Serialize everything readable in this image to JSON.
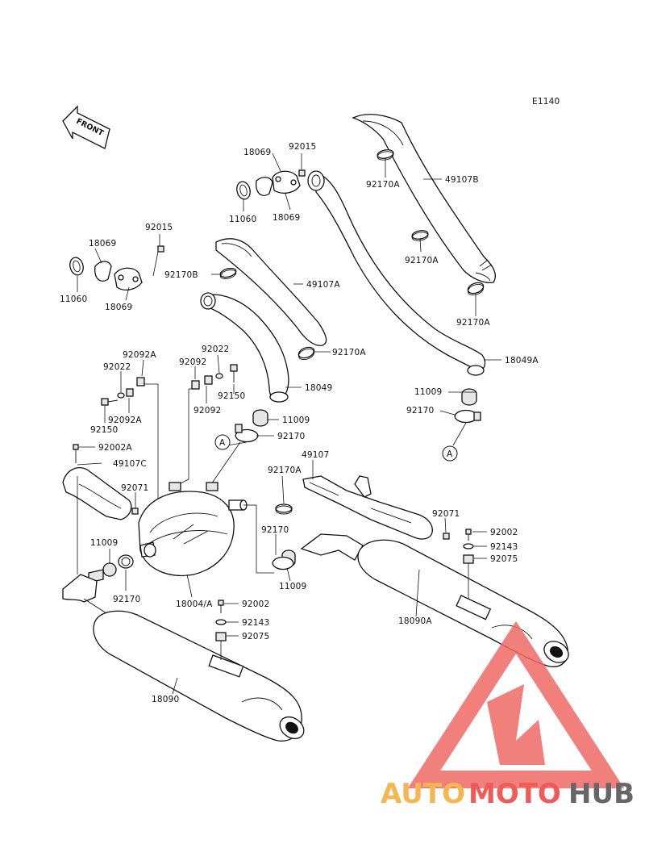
{
  "diagram": {
    "ref_code": "E1140",
    "front_arrow": "FRONT",
    "labels": [
      {
        "id": "l-18069-top",
        "text": "18069"
      },
      {
        "id": "l-92015-top",
        "text": "92015"
      },
      {
        "id": "l-11060-top",
        "text": "11060"
      },
      {
        "id": "l-18069-top2",
        "text": "18069"
      },
      {
        "id": "l-92170A-1",
        "text": "92170A"
      },
      {
        "id": "l-49107B",
        "text": "49107B"
      },
      {
        "id": "l-92170A-2",
        "text": "92170A"
      },
      {
        "id": "l-92170A-3",
        "text": "92170A"
      },
      {
        "id": "l-18049A",
        "text": "18049A"
      },
      {
        "id": "l-11009-r",
        "text": "11009"
      },
      {
        "id": "l-92170-r",
        "text": "92170"
      },
      {
        "id": "l-92015-l",
        "text": "92015"
      },
      {
        "id": "l-18069-l",
        "text": "18069"
      },
      {
        "id": "l-11060-l",
        "text": "11060"
      },
      {
        "id": "l-18069-l2",
        "text": "18069"
      },
      {
        "id": "l-92170B",
        "text": "92170B"
      },
      {
        "id": "l-49107A",
        "text": "49107A"
      },
      {
        "id": "l-92170A-4",
        "text": "92170A"
      },
      {
        "id": "l-18049",
        "text": "18049"
      },
      {
        "id": "l-11009-m",
        "text": "11009"
      },
      {
        "id": "l-92170-m",
        "text": "92170"
      },
      {
        "id": "l-92092A-1",
        "text": "92092A"
      },
      {
        "id": "l-92022-1",
        "text": "92022"
      },
      {
        "id": "l-92092-1",
        "text": "92092"
      },
      {
        "id": "l-92022-2",
        "text": "92022"
      },
      {
        "id": "l-92150-1",
        "text": "92150"
      },
      {
        "id": "l-92092A-2",
        "text": "92092A"
      },
      {
        "id": "l-92150-2",
        "text": "92150"
      },
      {
        "id": "l-92092-2",
        "text": "92092"
      },
      {
        "id": "l-92002A",
        "text": "92002A"
      },
      {
        "id": "l-49107C",
        "text": "49107C"
      },
      {
        "id": "l-92071-l",
        "text": "92071"
      },
      {
        "id": "l-92170A-5",
        "text": "92170A"
      },
      {
        "id": "l-49107",
        "text": "49107"
      },
      {
        "id": "l-92071-r",
        "text": "92071"
      },
      {
        "id": "l-92002-r",
        "text": "92002"
      },
      {
        "id": "l-92143-r",
        "text": "92143"
      },
      {
        "id": "l-92075-r",
        "text": "92075"
      },
      {
        "id": "l-11009-l",
        "text": "11009"
      },
      {
        "id": "l-92170-l",
        "text": "92170"
      },
      {
        "id": "l-18004A",
        "text": "18004/A"
      },
      {
        "id": "l-92170-c",
        "text": "92170"
      },
      {
        "id": "l-11009-c",
        "text": "11009"
      },
      {
        "id": "l-18090A",
        "text": "18090A"
      },
      {
        "id": "l-92002-b",
        "text": "92002"
      },
      {
        "id": "l-92143-b",
        "text": "92143"
      },
      {
        "id": "l-92075-b",
        "text": "92075"
      },
      {
        "id": "l-18090",
        "text": "18090"
      }
    ],
    "callouts": [
      {
        "id": "c-A-1",
        "text": "A"
      },
      {
        "id": "c-A-2",
        "text": "A"
      }
    ]
  },
  "watermark": {
    "text_part1": "AUTO",
    "text_part2": "MOTO",
    "text_part3": "HUB",
    "colors": {
      "part1": "#f5b651",
      "part2": "#ee5b58",
      "part3": "#666666",
      "logo": "#ef6a67"
    }
  }
}
